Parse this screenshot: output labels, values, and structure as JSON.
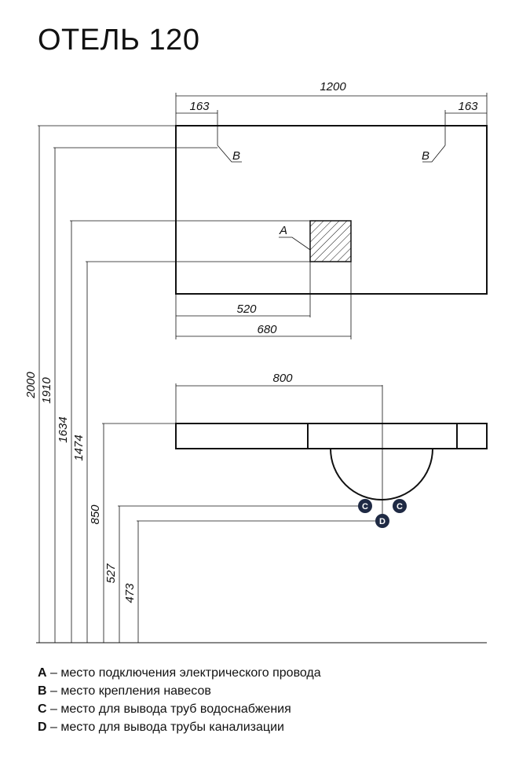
{
  "title": "ОТЕЛЬ 120",
  "dimensions": {
    "total_width": "1200",
    "left_offset": "163",
    "right_offset": "163",
    "a_offset_520": "520",
    "a_offset_680": "680",
    "sink_center": "800",
    "h_2000": "2000",
    "h_1910": "1910",
    "h_1634": "1634",
    "h_1474": "1474",
    "h_850": "850",
    "h_527": "527",
    "h_473": "473"
  },
  "markers": {
    "a": "A",
    "b_left": "B",
    "b_right": "B",
    "c_left": "C",
    "c_right": "C",
    "d": "D"
  },
  "legend": [
    {
      "key": "A",
      "text": " – место подключения электрического провода"
    },
    {
      "key": "B",
      "text": " – место крепления навесов"
    },
    {
      "key": "C",
      "text": " – место для вывода труб водоснабжения"
    },
    {
      "key": "D",
      "text": " – место для вывода трубы канализации"
    }
  ],
  "colors": {
    "line": "#111111",
    "marker_fill": "#1f2a44"
  }
}
